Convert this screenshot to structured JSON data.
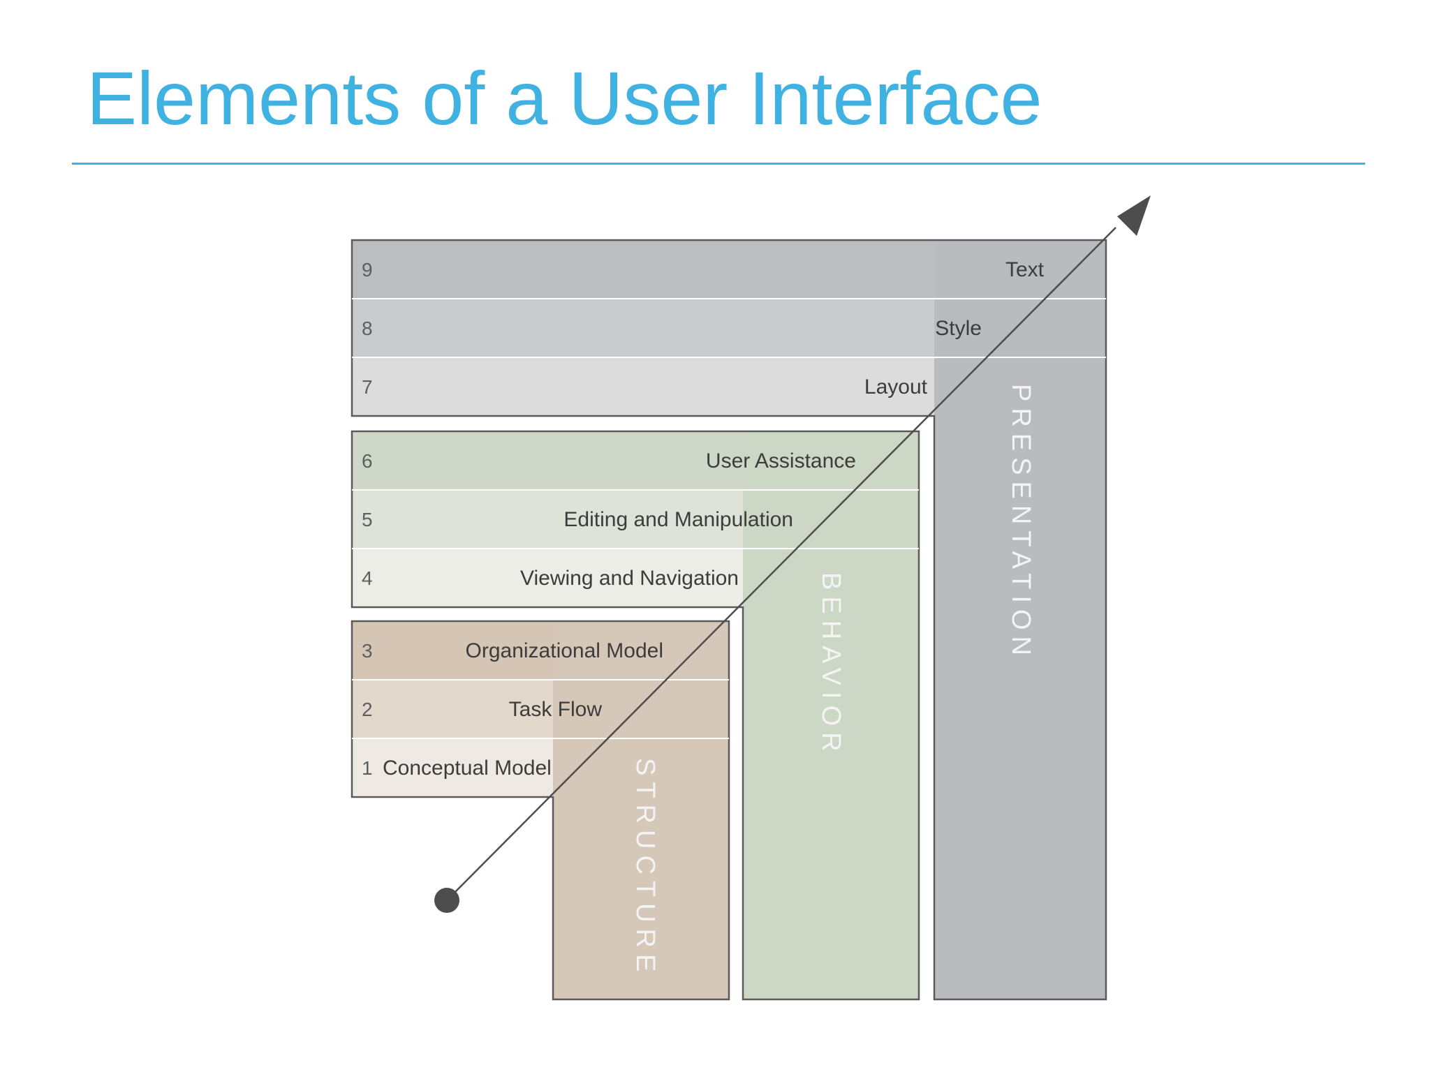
{
  "title": "Elements of a User Interface",
  "colors": {
    "title": "#3fb2e2",
    "rule": "#3fb2e2",
    "outline": "#5a5a5a",
    "diagonal": "#4d4d4d",
    "presentation_column": "#b9bbbe",
    "behavior_column": "#cdd7c5",
    "structure_column": "#d6c8b9",
    "presentation_rows": [
      "#bcbdc1",
      "#cacbcf",
      "#dcdcdd"
    ],
    "behavior_rows": [
      "#cfd8c8",
      "#dee3d9",
      "#ebede6"
    ],
    "structure_rows": [
      "#d4c5b5",
      "#e3d8cc",
      "#efe9e3"
    ]
  },
  "columns": [
    {
      "key": "presentation",
      "label": "PRESENTATION"
    },
    {
      "key": "behavior",
      "label": "BEHAVIOR"
    },
    {
      "key": "structure",
      "label": "STRUCTURE"
    }
  ],
  "rows": [
    {
      "number": "9",
      "label": "Text"
    },
    {
      "number": "8",
      "label": "Style"
    },
    {
      "number": "7",
      "label": "Layout"
    },
    {
      "number": "6",
      "label": "User Assistance"
    },
    {
      "number": "5",
      "label": "Editing and Manipulation"
    },
    {
      "number": "4",
      "label": "Viewing and Navigation"
    },
    {
      "number": "3",
      "label": "Organizational Model"
    },
    {
      "number": "2",
      "label": "Task Flow"
    },
    {
      "number": "1",
      "label": "Conceptual Model"
    }
  ]
}
